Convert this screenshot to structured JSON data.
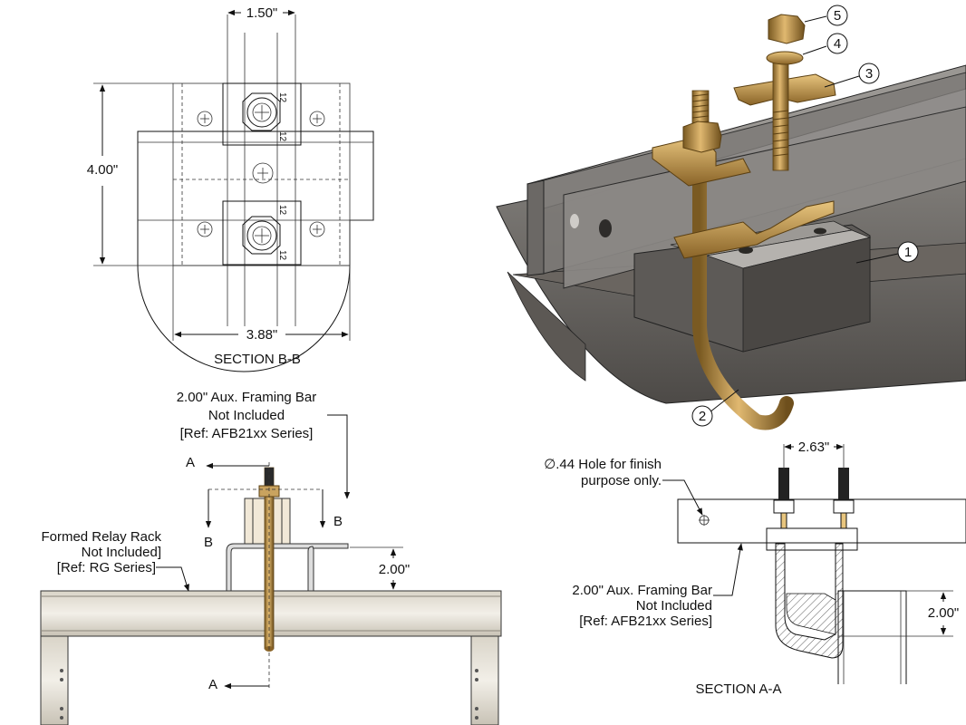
{
  "section_bb": {
    "title": "SECTION B-B",
    "dim_width_top": "1.50\"",
    "dim_height": "4.00\"",
    "dim_width_bottom": "3.88\"",
    "marks": [
      "12",
      "12",
      "12",
      "12"
    ]
  },
  "isometric": {
    "callouts": [
      "1",
      "2",
      "3",
      "4",
      "5"
    ]
  },
  "side_view": {
    "aux_bar_note": [
      "2.00\" Aux. Framing Bar",
      "Not Included",
      "[Ref: AFB21xx Series]"
    ],
    "relay_rack_note": [
      "Formed Relay Rack",
      "Not Included]",
      "[Ref: RG Series]"
    ],
    "dim_height": "2.00\"",
    "section_a_top": "A",
    "section_a_bottom": "A",
    "section_b_left": "B",
    "section_b_right": "B"
  },
  "section_aa": {
    "title": "SECTION A-A",
    "dim_spacing": "2.63\"",
    "hole_note": [
      "∅.44 Hole for finish",
      "purpose only."
    ],
    "aux_bar_note": [
      "2.00\" Aux. Framing Bar",
      "Not Included",
      "[Ref: AFB21xx Series]"
    ],
    "dim_height": "2.00\""
  }
}
